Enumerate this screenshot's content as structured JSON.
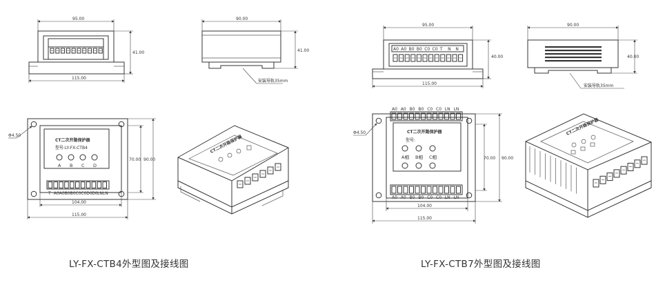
{
  "left": {
    "caption": "LY-FX-CTB4外型图及接线图",
    "front_view": {
      "width_dim": "95.00",
      "total_dim": "115.00",
      "height_dim": "41.00"
    },
    "side_view": {
      "width_dim": "90.00",
      "height_dim": "41.00",
      "rail_note": "安装导轨35mm"
    },
    "top_view": {
      "hole_dim": "Φ4.50",
      "title": "CT二次开路保护器",
      "model_prefix": "型号:",
      "model_value": "LY-FX-CTB4",
      "phase_labels": [
        "A",
        "B",
        "C",
        "D"
      ],
      "terminal_labels": [
        "T",
        "A0",
        "A0",
        "B0",
        "B0",
        "C0",
        "C0",
        "D0",
        "D0",
        "LN",
        "LN"
      ],
      "inner_width_dim": "104.00",
      "outer_width_dim": "115.00",
      "inner_height_dim": "70.00",
      "outer_height_dim": "90.00"
    },
    "iso_view": {
      "title": "CT二次开路保护器"
    }
  },
  "right": {
    "caption": "LY-FX-CTB7外型图及接线图",
    "front_view": {
      "width_dim": "95.00",
      "total_dim": "115.00",
      "height_dim": "40.00",
      "top_labels": [
        "A0",
        "A0",
        "B0",
        "B0",
        "C0",
        "C0",
        "T",
        "N",
        "N"
      ]
    },
    "side_view": {
      "width_dim": "90.00",
      "height_dim": "40.00",
      "rail_note": "安装导轨35mm"
    },
    "top_view": {
      "hole_dim": "Φ4.50",
      "title": "CT二次开路保护器",
      "model_prefix": "型号:",
      "phase_labels": [
        "A相",
        "B相",
        "C相"
      ],
      "top_terminal_labels": [
        "A0",
        "A0",
        "B0",
        "B0",
        "C0",
        "C0",
        "LN",
        "LN"
      ],
      "bottom_terminal_labels": [
        "A0",
        "A0",
        "B0",
        "B0",
        "C0",
        "C0",
        "LN",
        "LN"
      ],
      "inner_width_dim": "104.00",
      "outer_width_dim": "115.00",
      "inner_height_dim": "70.00",
      "outer_height_dim": "90.00"
    },
    "iso_view": {
      "title": "CT二次开路保护器"
    }
  }
}
